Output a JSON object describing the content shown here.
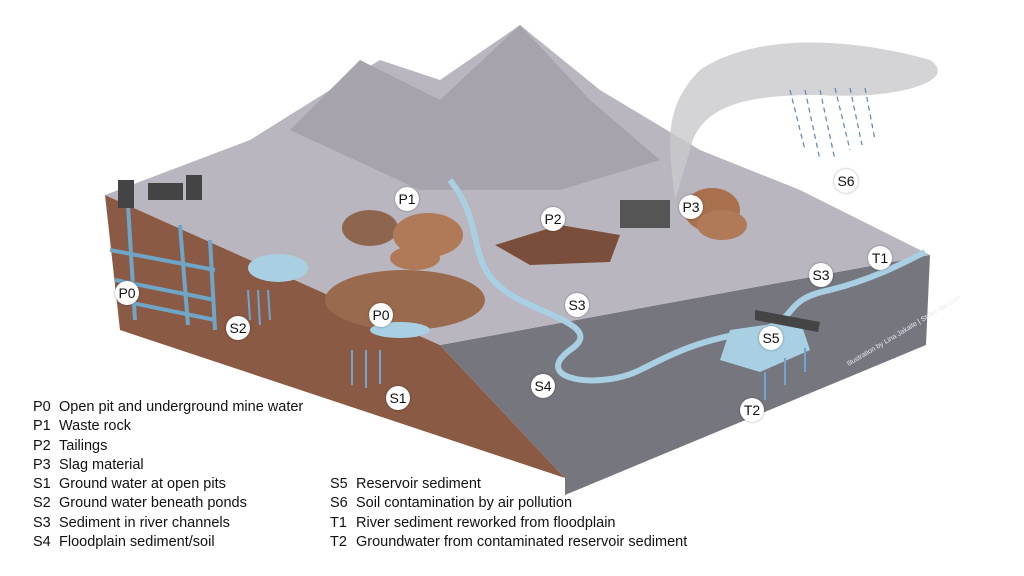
{
  "markers": [
    {
      "code": "P0",
      "id": "p0-shaft"
    },
    {
      "code": "S2",
      "id": "s2"
    },
    {
      "code": "P0",
      "id": "p0-pit"
    },
    {
      "code": "S1",
      "id": "s1"
    },
    {
      "code": "P1",
      "id": "p1"
    },
    {
      "code": "P2",
      "id": "p2"
    },
    {
      "code": "P3",
      "id": "p3"
    },
    {
      "code": "S6",
      "id": "s6"
    },
    {
      "code": "T1",
      "id": "t1"
    },
    {
      "code": "S3",
      "id": "s3-upper"
    },
    {
      "code": "S3",
      "id": "s3-lower"
    },
    {
      "code": "S5",
      "id": "s5"
    },
    {
      "code": "S4",
      "id": "s4"
    },
    {
      "code": "T2",
      "id": "t2"
    }
  ],
  "legend": {
    "left": [
      {
        "code": "P0",
        "text": "Open pit and underground mine water"
      },
      {
        "code": "P1",
        "text": "Waste rock"
      },
      {
        "code": "P2",
        "text": "Tailings"
      },
      {
        "code": "P3",
        "text": "Slag material"
      },
      {
        "code": "S1",
        "text": "Ground water at open pits"
      },
      {
        "code": "S2",
        "text": "Ground water beneath ponds"
      },
      {
        "code": "S3",
        "text": "Sediment in river channels"
      },
      {
        "code": "S4",
        "text": "Floodplain sediment/soil"
      }
    ],
    "right": [
      {
        "code": "S5",
        "text": "Reservoir sediment"
      },
      {
        "code": "S6",
        "text": "Soil contamination by air pollution"
      },
      {
        "code": "T1",
        "text": "River sediment reworked from floodplain"
      },
      {
        "code": "T2",
        "text": "Groundwater from contaminated reservoir sediment"
      }
    ]
  },
  "credit": "Illustration by Lina Jakaite | Strike-dip.com",
  "colors": {
    "soil": "#8a5a45",
    "side": "#76767f",
    "terrain": "#b9b6c0",
    "water": "#a9cfe2",
    "waste": "#b07a58"
  }
}
